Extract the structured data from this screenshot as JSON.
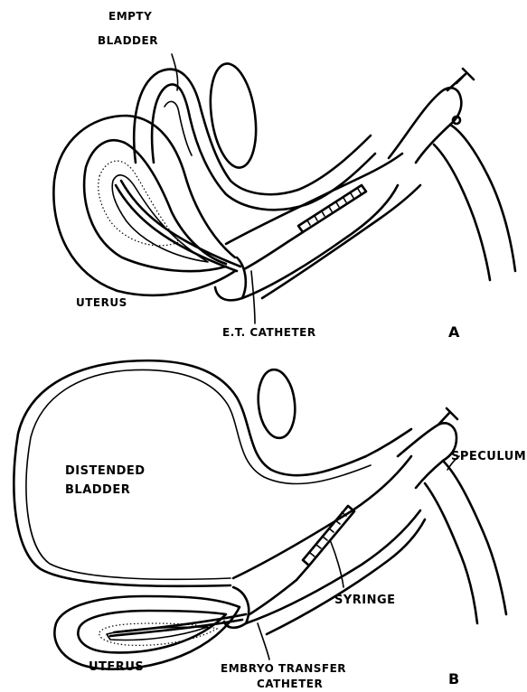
{
  "panel_a": {
    "letter": "A",
    "labels": {
      "empty_line1": "EMPTY",
      "empty_line2": "BLADDER",
      "uterus": "UTERUS",
      "catheter": "E.T. CATHETER"
    }
  },
  "panel_b": {
    "letter": "B",
    "labels": {
      "distended_line1": "DISTENDED",
      "distended_line2": "BLADDER",
      "speculum": "SPECULUM",
      "syringe": "SYRINGE",
      "uterus": "UTERUS",
      "transfer_line1": "EMBRYO TRANSFER",
      "transfer_line2": "CATHETER"
    }
  }
}
